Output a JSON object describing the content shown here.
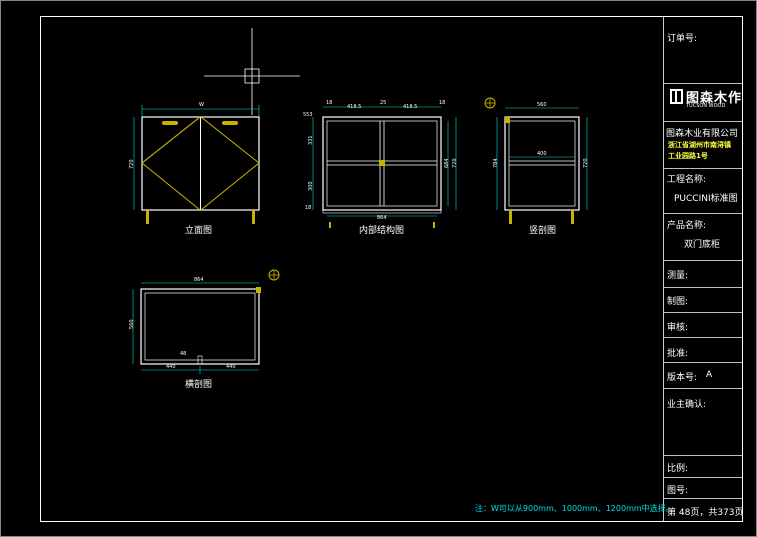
{
  "title_block": {
    "order_no_label": "订单号:",
    "company_logo_cn": "图森木作",
    "company_logo_en": "TUCSON WOOD",
    "company_name": "图森木业有限公司",
    "company_address_line1": "浙江省湖州市南浔镇",
    "company_address_line2": "工业园路1号",
    "project_label": "工程名称:",
    "project_name": "PUCCINI标准图",
    "product_label": "产品名称:",
    "product_name": "双门底柜",
    "measure_label": "测量:",
    "draw_label": "制图:",
    "review_label": "审核:",
    "approve_label": "批准:",
    "version_label": "版本号:",
    "version_value": "A",
    "owner_confirm_label": "业主确认:",
    "scale_label": "比例:",
    "drawing_no_label": "图号:",
    "page_info": "第 48页，共373页"
  },
  "views": {
    "elevation_caption": "立面图",
    "structure_caption": "内部结构图",
    "vertical_section_caption": "竖剖图",
    "horizontal_section_caption": "横剖图"
  },
  "dimensions": {
    "elev_width": "W",
    "elev_height": "720",
    "struct_top": [
      "18",
      "418.5",
      "25",
      "418.5",
      "18"
    ],
    "struct_left": [
      "553",
      "331",
      "300",
      "18"
    ],
    "struct_right_inner": "684",
    "struct_right_outer": "720",
    "struct_bottom": "864",
    "vsec_depth": "560",
    "vsec_inner": "400",
    "vsec_left": "784",
    "vsec_right": "720",
    "hsec_width": "864",
    "hsec_depth": "560",
    "hsec_small": "48",
    "hsec_left": "440",
    "hsec_right": "440"
  },
  "note": "注：W可以从900mm、1000mm、1200mm中选择。",
  "colors": {
    "background": "#000000",
    "line": "#ffffff",
    "dimension": "#00e0e0",
    "accent": "#c8b400"
  }
}
